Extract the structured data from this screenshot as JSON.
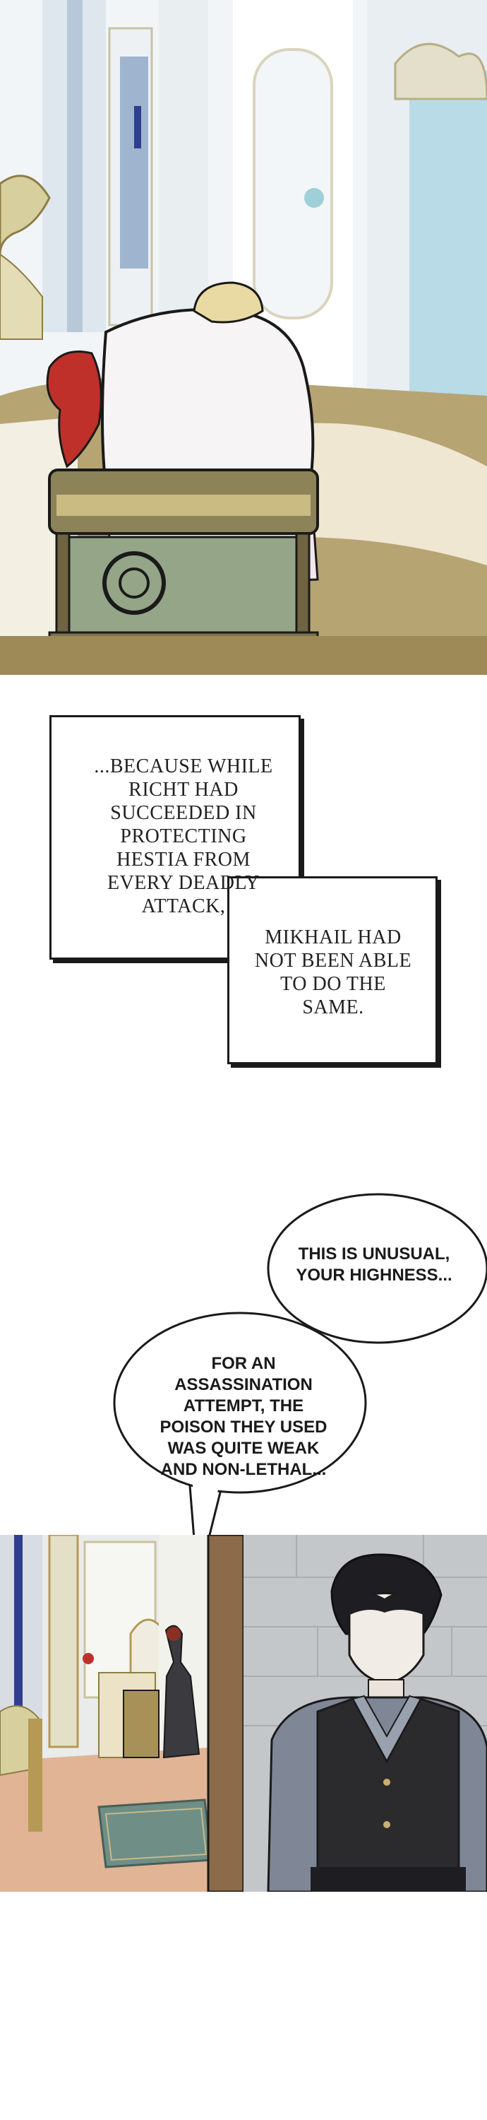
{
  "captions": {
    "box1": "...BECAUSE WHILE RICHT HAD SUCCEEDED IN PROTECTING HESTIA FROM EVERY DEADLY ATTACK,",
    "box2": "MIKHAIL HAD NOT BEEN ABLE TO DO THE SAME."
  },
  "speech": {
    "bubble1": "THIS IS UNUSUAL, YOUR HIGHNESS...",
    "bubble2": "FOR AN ASSASSINATION ATTEMPT, THE POISON THEY USED WAS QUITE WEAK AND NON-LETHAL..."
  },
  "colors": {
    "outline": "#1a1a1a",
    "hair_red": "#c0302a",
    "hair_blond": "#e9d9a3",
    "hair_black": "#1e1e22",
    "vest": "#2b2b2e",
    "shirt": "#7f8796",
    "gold": "#b49a55"
  }
}
